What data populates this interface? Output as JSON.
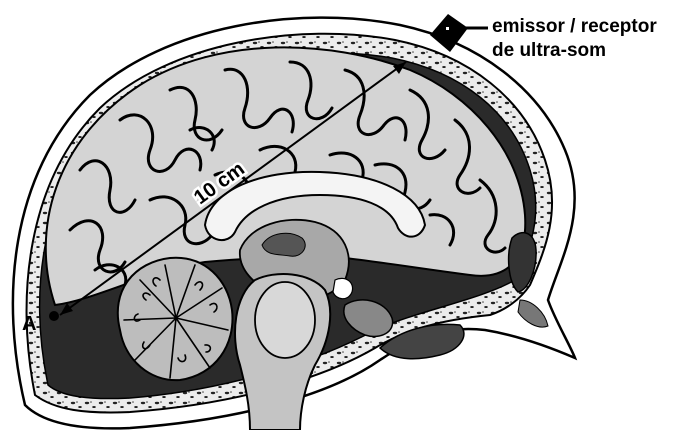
{
  "figure": {
    "probe_label": {
      "line1": "emissor / receptor",
      "line2": "de ultra-som"
    },
    "distance_label": "10 cm",
    "point_label": "A"
  },
  "colors": {
    "background": "#ffffff",
    "ink": "#000000",
    "bone": "#e8e8e8",
    "brain_light": "#d4d4d4",
    "brain_mid": "#a8a8a8",
    "brain_dark": "#333333"
  }
}
